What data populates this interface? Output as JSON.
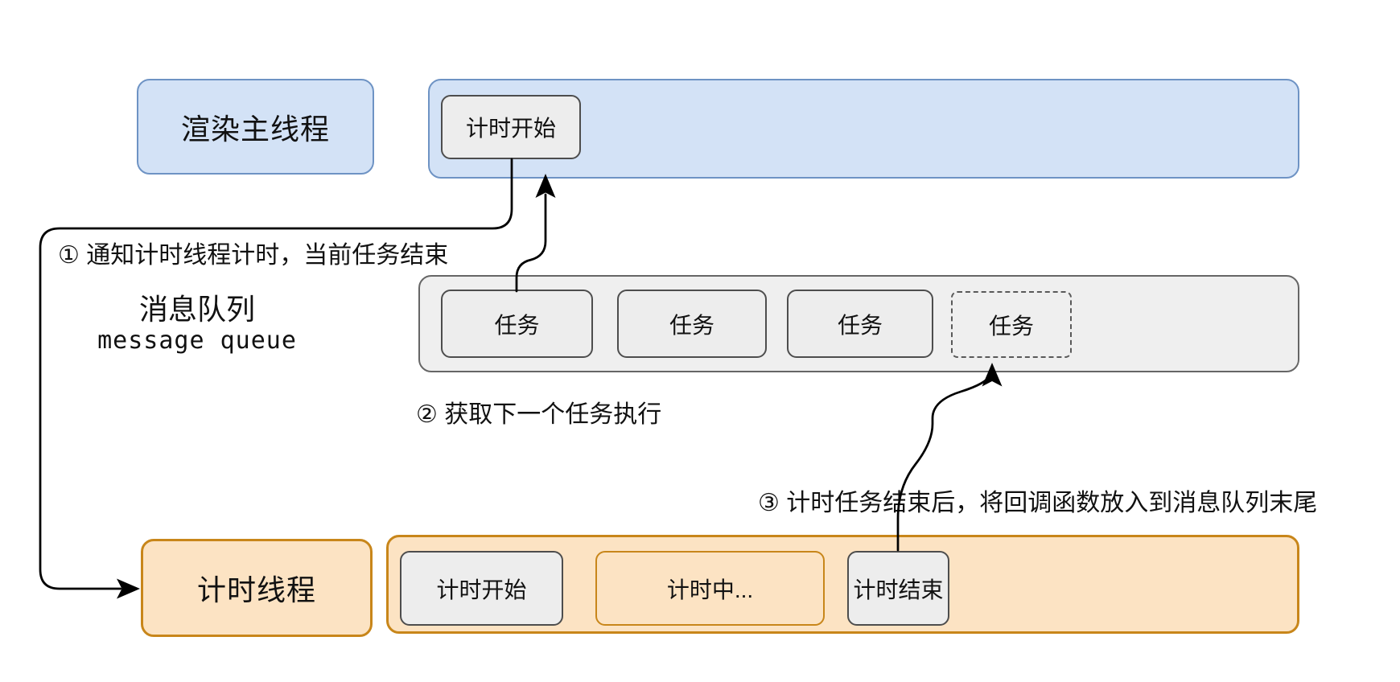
{
  "colors": {
    "blue_fill": "#d3e2f6",
    "blue_border": "#6e93c4",
    "gray_fill": "#efefef",
    "gray_box_fill": "#ededed",
    "gray_box_border": "#4d4d4d",
    "gray_lane_border": "#666666",
    "orange_fill": "#fce3c3",
    "orange_border": "#c8861a",
    "arrow_line": "#000000",
    "text": "#111111"
  },
  "lanes": {
    "render_thread": {
      "label": "渲染主线程",
      "task": "计时开始"
    },
    "message_queue": {
      "label_cn": "消息队列",
      "label_en": "message queue",
      "tasks": [
        {
          "label": "任务",
          "style": "solid"
        },
        {
          "label": "任务",
          "style": "solid"
        },
        {
          "label": "任务",
          "style": "solid"
        },
        {
          "label": "任务",
          "style": "dashed"
        }
      ]
    },
    "timer_thread": {
      "label": "计时线程",
      "steps": {
        "start": "计时开始",
        "running": "计时中...",
        "end": "计时结束"
      }
    }
  },
  "annotations": {
    "step1": "① 通知计时线程计时，当前任务结束",
    "step2": "② 获取下一个任务执行",
    "step3": "③ 计时任务结束后，将回调函数放入到消息队列末尾"
  }
}
